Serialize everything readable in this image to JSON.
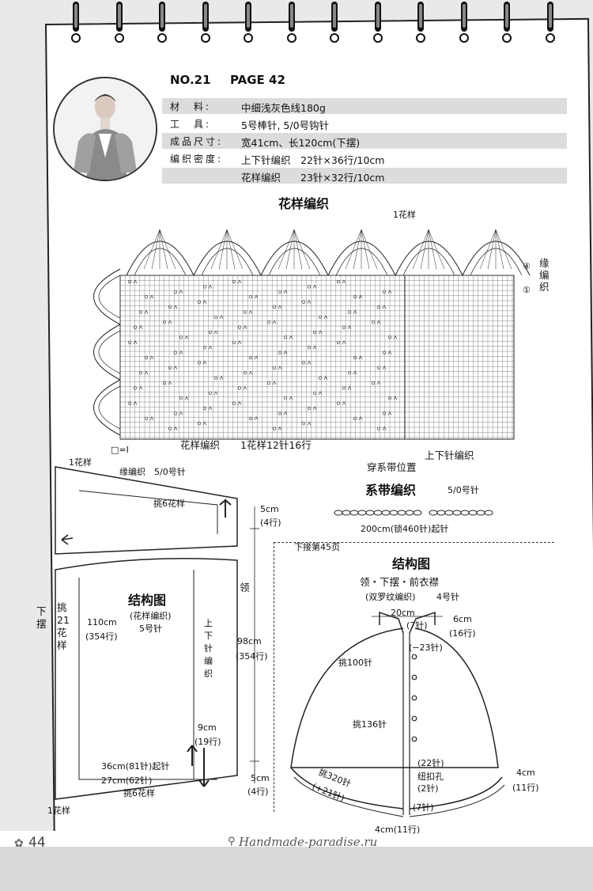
{
  "header": {
    "number": "NO.21",
    "page_label": "PAGE 42"
  },
  "specs": [
    {
      "label": "材　料:",
      "value": "中细浅灰色线180g"
    },
    {
      "label": "工　具:",
      "value": "5号棒针, 5/0号钩针"
    },
    {
      "label": "成品尺寸:",
      "value": "宽41cm、长120cm(下摆)"
    },
    {
      "label": "编织密度:",
      "value": "上下针编织　22针×36行/10cm"
    },
    {
      "label": "",
      "value": "花样编织　　23针×32行/10cm"
    }
  ],
  "pattern_chart": {
    "title": "花样编织",
    "repeat_label": "1花样",
    "edging_label": "缘编织",
    "row_marks": [
      "④",
      "①"
    ],
    "legend": "□=Ⅰ",
    "bottom_labels": {
      "pattern_knit": "花样编织",
      "repeat": "1花样12针16行",
      "stockinette": "上下针编织",
      "tie_position": "穿系带位置"
    }
  },
  "left_diagram": {
    "title": "结构图",
    "subtitle": "(花样编织)",
    "needle": "5号针",
    "top_label": "1花样",
    "edging": "缘编织　5/0号针",
    "pick_top": "挑6花样",
    "pick_bottom": "挑6花样",
    "bottom_left": "1花样",
    "hem": "下摆",
    "pick_side": "挑21花样",
    "length": "110cm",
    "length_rows": "(354行)",
    "stockinette": "上下针编织",
    "width_start": "36cm(81针)起针",
    "width_bottom": "27cm(62针)",
    "side_9": "9cm",
    "side_9_rows": "(19行)",
    "dim_5_top": "5cm",
    "dim_5_top_rows": "(4行)",
    "collar": "领",
    "dim_98": "98cm",
    "dim_98_rows": "(354行)",
    "dim_5_bottom": "5cm",
    "dim_5_bottom_rows": "(4行)"
  },
  "tie": {
    "title": "系带编织",
    "needle": "5/0号针",
    "length": "200cm(锁460针)起针"
  },
  "right_diagram": {
    "continue_note": "下接第45页",
    "title": "结构图",
    "subtitle": "领・下摆・前衣襟",
    "method": "(双罗纹编织)",
    "needle": "4号针",
    "width_20": "20cm",
    "stitches_7": "(7针)",
    "dim_6": "6cm",
    "rows_16": "(16行)",
    "minus_23": "(−23针)",
    "pick_100": "挑100针",
    "pick_136": "挑136针",
    "stitches_22": "(22针)",
    "buttonhole": "纽扣孔",
    "stitches_2": "(2针)",
    "pick_320": "挑320针",
    "plus_21": "(+21针)",
    "stitches_7b": "(7针)",
    "dim_4": "4cm",
    "rows_11": "(11行)",
    "bottom_4": "4cm(11行)"
  },
  "footer": {
    "page_number": "44",
    "site": "Handmade-paradise.ru"
  }
}
